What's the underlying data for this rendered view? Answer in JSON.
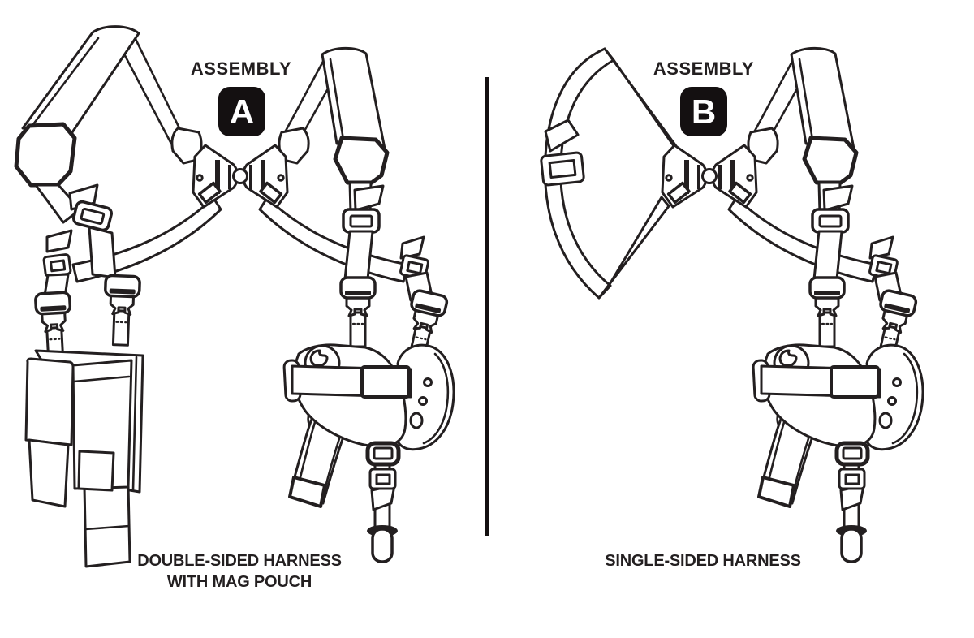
{
  "colors": {
    "line": "#231f20",
    "badge_bg": "#141011",
    "badge_text": "#ffffff",
    "background": "#ffffff"
  },
  "panels": [
    {
      "header": "ASSEMBLY",
      "badge": "A",
      "caption_lines": [
        "DOUBLE-SIDED HARNESS",
        "WITH MAG POUCH"
      ]
    },
    {
      "header": "ASSEMBLY",
      "badge": "B",
      "caption_lines": [
        "SINGLE-SIDED HARNESS"
      ]
    }
  ]
}
